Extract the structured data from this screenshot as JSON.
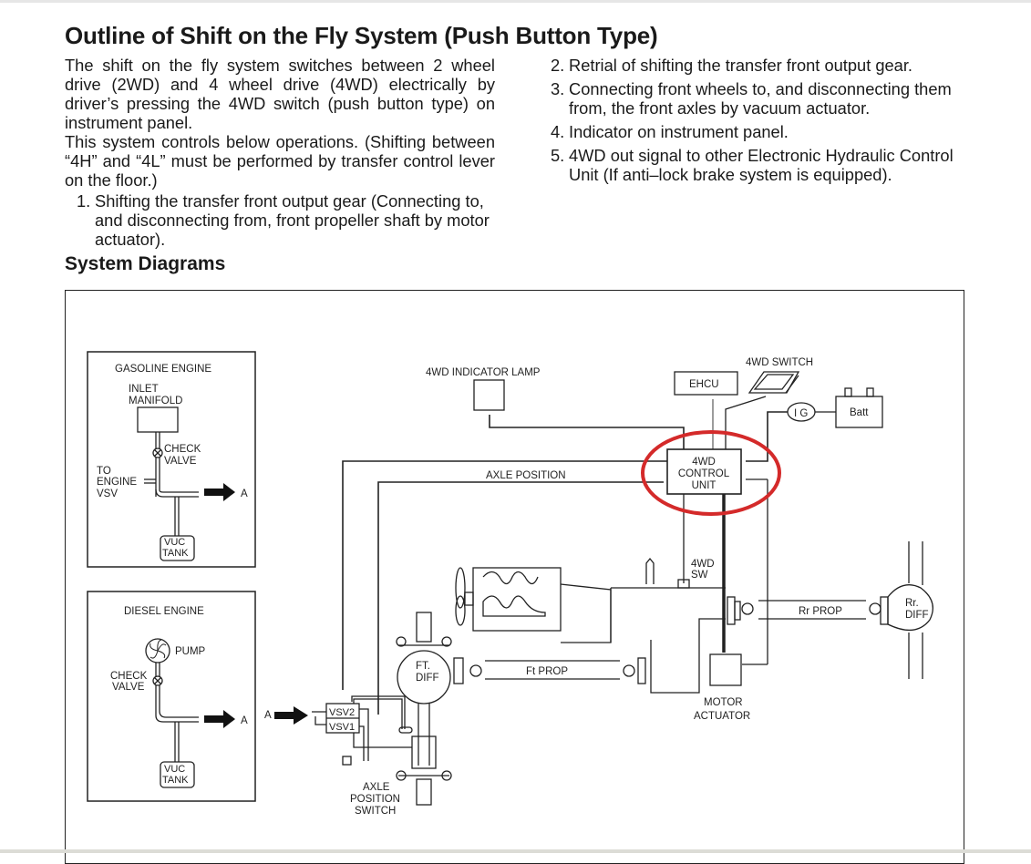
{
  "title": "Outline of Shift on the Fly System (Push Button Type)",
  "intro": {
    "paragraph1": "The shift on the fly system switches between 2 wheel drive (2WD) and 4 wheel drive (4WD)  electrically by driver’s pressing the 4WD switch (push button type) on instrument panel.",
    "paragraph2": "This system controls below operations. (Shifting between “4H” and “4L” must be performed by transfer control lever on the floor.)"
  },
  "operations": [
    {
      "num": "1.",
      "text": "Shifting the transfer front output gear (Connecting to, and disconnecting from, front propeller shaft by motor actuator)."
    },
    {
      "num": "2.",
      "text": "Retrial of shifting the transfer front output gear."
    },
    {
      "num": "3.",
      "text": "Connecting front wheels to, and disconnecting them from, the front axles by vacuum actuator."
    },
    {
      "num": "4.",
      "text": "Indicator on instrument panel."
    },
    {
      "num": "5.",
      "text": "4WD out signal to other Electronic Hydraulic Control Unit (If anti–lock brake system is equipped)."
    }
  ],
  "section_title": "System Diagrams",
  "diagram": {
    "highlight_color": "#d42a2a",
    "gasoline": {
      "title": "GASOLINE ENGINE",
      "inlet_manifold": [
        "INLET",
        "MANIFOLD"
      ],
      "check_valve": [
        "CHECK",
        "VALVE"
      ],
      "to_engine_vsv": [
        "TO",
        "ENGINE",
        "VSV"
      ],
      "vuc_tank": [
        "VUC",
        "TANK"
      ],
      "arrow_label": "A"
    },
    "diesel": {
      "title": "DIESEL ENGINE",
      "pump": "PUMP",
      "check_valve": [
        "CHECK",
        "VALVE"
      ],
      "vuc_tank": [
        "VUC",
        "TANK"
      ],
      "arrow_label": "A"
    },
    "indicator_lamp": "4WD INDICATOR LAMP",
    "ehcu": "EHCU",
    "switch": "4WD SWITCH",
    "ig": "I G",
    "battery": "Batt",
    "control_unit": [
      "4WD",
      "CONTROL",
      "UNIT"
    ],
    "axle_position": "AXLE POSITION",
    "fourwd_sw": [
      "4WD",
      "SW"
    ],
    "rr_prop": "Rr PROP",
    "rr_diff": [
      "Rr.",
      "DIFF"
    ],
    "ft_diff": [
      "FT.",
      "DIFF"
    ],
    "ft_prop": "Ft PROP",
    "motor_actuator": [
      "MOTOR",
      "ACTUATOR"
    ],
    "vsv2": "VSV2",
    "vsv1": "VSV1",
    "input_a": "A",
    "axle_position_switch": [
      "AXLE",
      "POSITION",
      "SWITCH"
    ]
  }
}
